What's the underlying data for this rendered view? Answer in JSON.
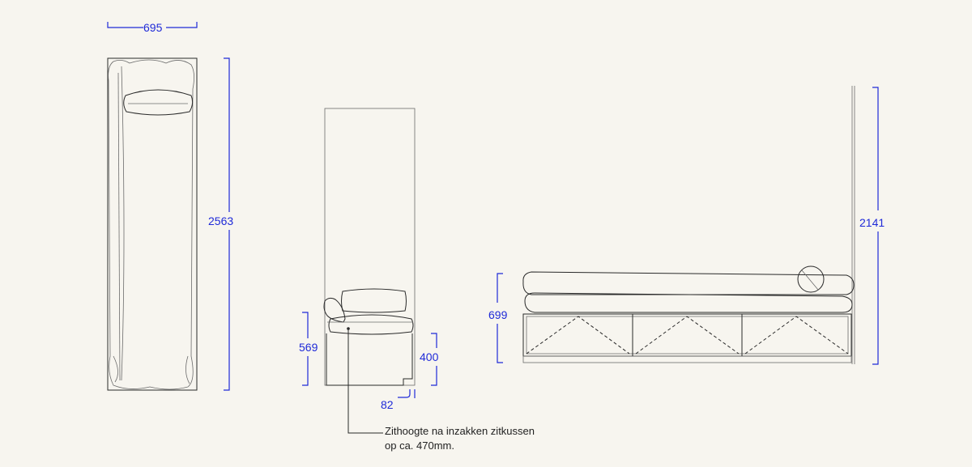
{
  "dimensions": {
    "top_width": "695",
    "top_length": "2563",
    "side_total_height": "569",
    "side_seat_height": "400",
    "side_offset": "82",
    "front_height": "699",
    "front_wall_height": "2141"
  },
  "note": {
    "line1": "Zithoogte na inzakken zitkussen",
    "line2": "op ca. 470mm."
  },
  "colors": {
    "dimension": "#1f2ad8",
    "line": "#2a2a2a",
    "background": "#f7f5ef"
  }
}
